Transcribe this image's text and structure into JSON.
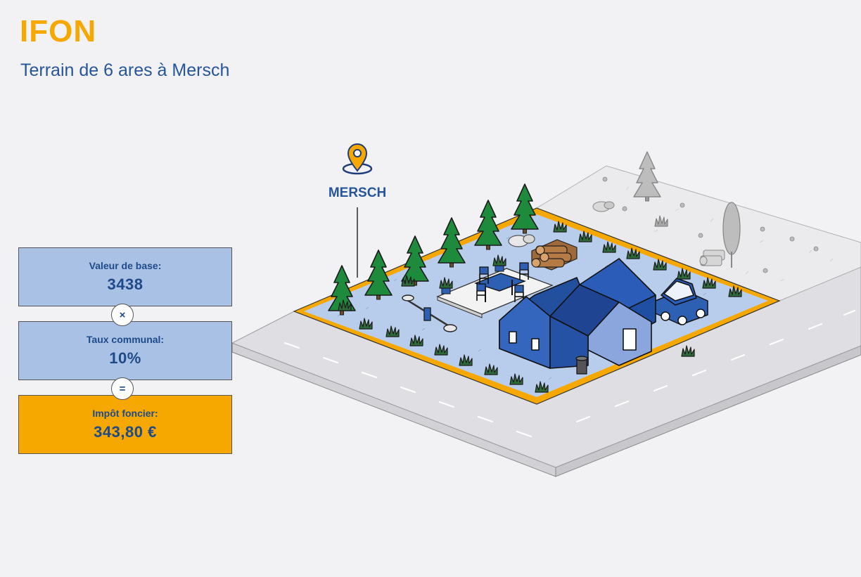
{
  "header": {
    "title": "IFON",
    "subtitle": "Terrain de 6 ares à Mersch"
  },
  "calculation": {
    "base": {
      "label": "Valeur de base:",
      "value": "3438"
    },
    "operator_multiply": "×",
    "rate": {
      "label": "Taux communal:",
      "value": "10%"
    },
    "operator_equals": "=",
    "result": {
      "label": "Impôt foncier:",
      "value": "343,80 €"
    }
  },
  "illustration": {
    "location_label": "MERSCH",
    "icons": [
      "location-pin-icon",
      "pine-tree-icon",
      "house-icon",
      "car-icon",
      "log-pile-icon",
      "table-icon",
      "chair-icon",
      "trash-bin-icon",
      "seesaw-icon"
    ]
  },
  "colors": {
    "accent_orange": "#f6a800",
    "primary_blue": "#27559a",
    "box_blue": "#a9c1e4",
    "plot_blue": "#b8cdeb",
    "house_blue": "#2d5fb3"
  }
}
